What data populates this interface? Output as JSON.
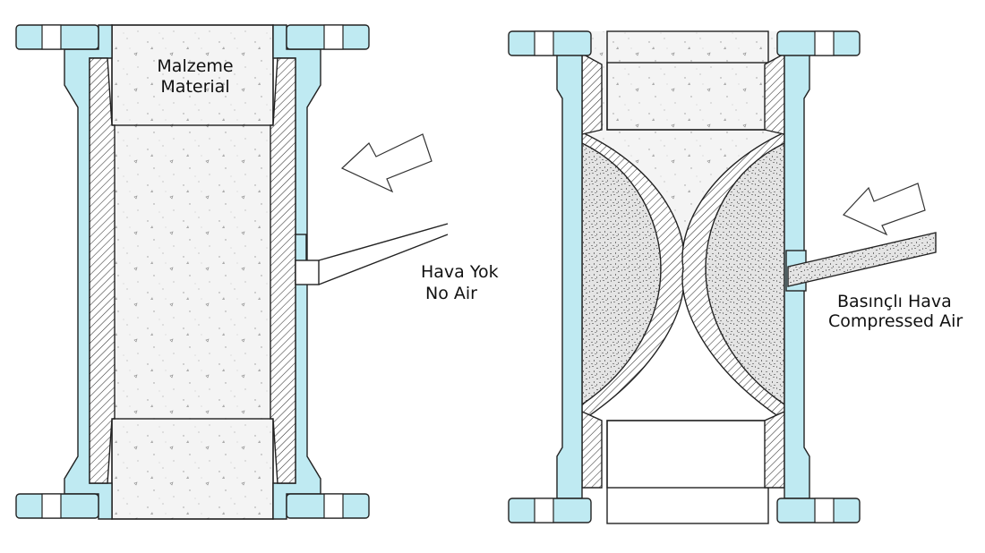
{
  "title": "Pinch valve operation: no air vs compressed air",
  "colors": {
    "body": "#bfeaf2",
    "outline": "#222222",
    "material": "#f2f2f2",
    "stipple_dark": "#8a8a8a"
  },
  "left_valve": {
    "material_label_tr": "Malzeme",
    "material_label_en": "Material",
    "air_label_tr": "Hava Yok",
    "air_label_en": "No Air",
    "state": "open"
  },
  "right_valve": {
    "air_label_tr": "Basınçlı Hava",
    "air_label_en": "Compressed Air",
    "state": "closed"
  },
  "icons": [
    "arrow-left-icon",
    "arrow-left-icon"
  ]
}
